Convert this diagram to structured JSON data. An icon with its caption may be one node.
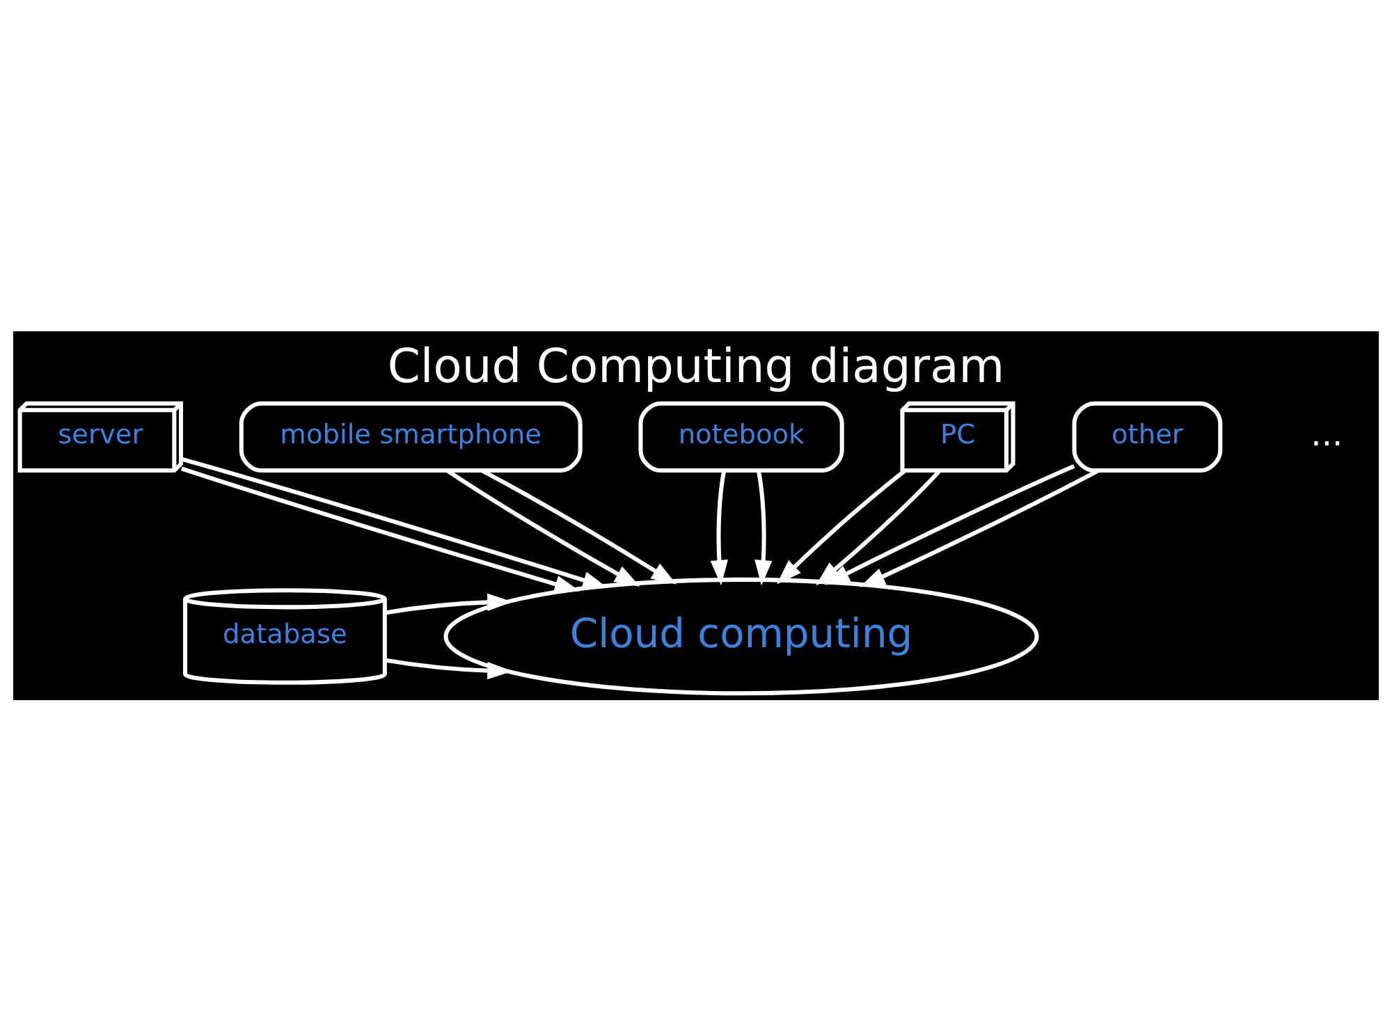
{
  "diagram": {
    "title": "Cloud Computing diagram",
    "nodes": [
      {
        "text": [
          "server"
        ]
      },
      {
        "text": [
          "mobile smartphone"
        ]
      },
      {
        "text": [
          "notebook"
        ]
      },
      {
        "text": [
          "Cloud computing"
        ]
      },
      {
        "text": [
          "database"
        ]
      },
      {
        "text": [
          "PC"
        ]
      },
      {
        "text": [
          "other"
        ],
        "beside": [
          "..."
        ]
      }
    ],
    "edges": [
      {
        "from": 0,
        "to": 3,
        "arrow": "to"
      },
      {
        "from": 0,
        "to": 3,
        "arrow": "to"
      },
      {
        "from": 1,
        "to": 3,
        "arrow": "to"
      },
      {
        "from": 1,
        "to": 3,
        "arrow": "to"
      },
      {
        "from": 2,
        "to": 3,
        "arrow": "to"
      },
      {
        "from": 2,
        "to": 3,
        "arrow": "to"
      },
      {
        "from": 4,
        "to": 3,
        "arrow": "to"
      },
      {
        "from": 4,
        "to": 3,
        "arrow": "to"
      },
      {
        "from": 5,
        "to": 3,
        "arrow": "to"
      },
      {
        "from": 5,
        "to": 3,
        "arrow": "to"
      },
      {
        "from": 6,
        "to": 3,
        "arrow": "to"
      },
      {
        "from": 6,
        "to": 3,
        "arrow": "to"
      }
    ]
  }
}
